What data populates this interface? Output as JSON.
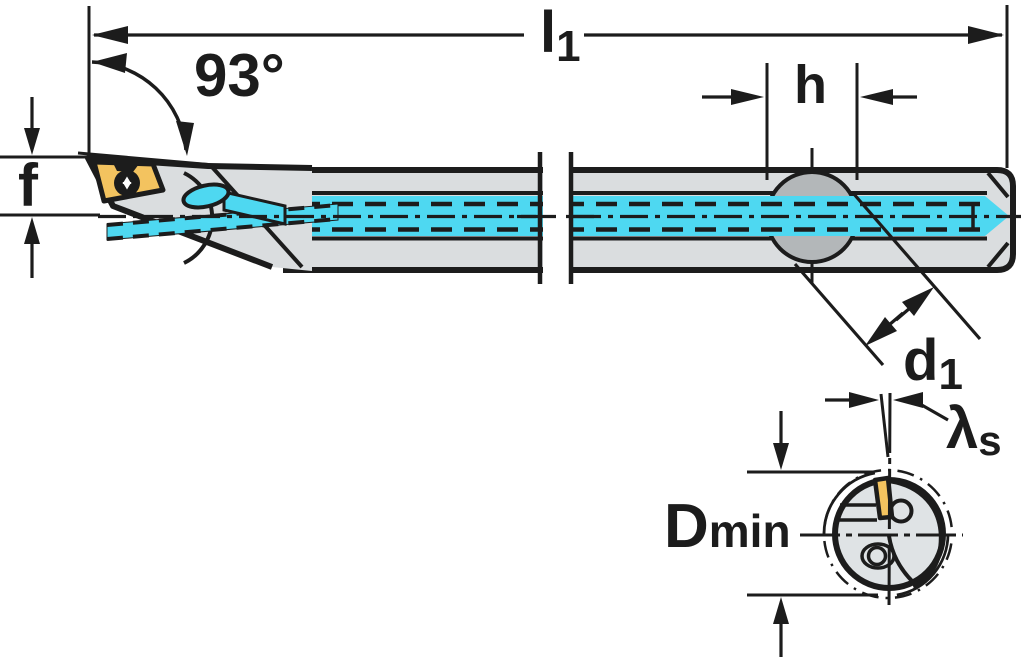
{
  "diagram": {
    "type": "technical-drawing",
    "subject": "boring-bar-with-internal-coolant-side-view-and-end-view"
  },
  "labels": {
    "overall_length_l1": {
      "base": "l",
      "sub": "1"
    },
    "entering_angle": "93°",
    "tip_height_f": "f",
    "clamp_width_h": "h",
    "bar_diameter_d1": {
      "base": "d",
      "sub": "1"
    },
    "inclination_angle_lambda": {
      "base": "λ",
      "sub": "s"
    },
    "min_bore_diameter": {
      "base": "D",
      "sub": "min"
    }
  },
  "colors": {
    "outline": "#1c1c1c",
    "paper": "#ffffff",
    "body": "#dadddf",
    "clamp": "#b3b7b9",
    "coolant": "#4ed8f1",
    "insert": "#f3c35f",
    "endface": "#dfe3e5"
  }
}
